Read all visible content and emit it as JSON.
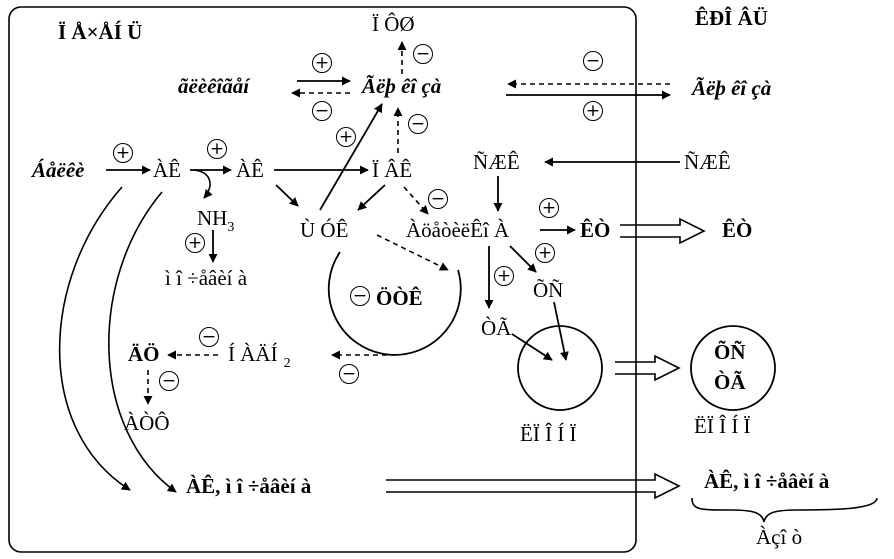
{
  "regions": {
    "left_title": "Ï Å×ÅÍ Ü",
    "right_title": "ÊÐÎ ÂÜ"
  },
  "nodes": {
    "top_product": "Ï ÔØ",
    "left_enzyme": "ãëèêîãåí",
    "glycogen_liver": "Ãëþ êî çà",
    "glycogen_blood": "Ãëþ êî çà",
    "start": "Áåëêè",
    "ak1": "ÀÊ",
    "ak2": "ÀÊ",
    "nh3": "NH",
    "nh3_sub": "3",
    "urea": "ì î ÷åâèí à",
    "pvk": "Ï ÂÊ",
    "uok": "Ù ÓÊ",
    "cycle": "ÖÒÊ",
    "acetyl": "ÀöåòèëÊî À",
    "szhk_liver": "ÑÆÊ",
    "szhk_blood": "ÑÆÊ",
    "kt_liver": "ÊÒ",
    "kt_blood": "ÊÒ",
    "hs": "ÕÑ",
    "tg": "ÒÃ",
    "zh": "ÄÖ",
    "nadn": "Í ÀÄÍ",
    "nadn_sub": "2",
    "atf": "ÀÒÔ",
    "lpon_liver": "ËÏ Î Í Ï",
    "lpon_blood": "ËÏ Î Í Ï",
    "circle_hs": "ÕÑ",
    "circle_tg": "ÒÃ",
    "ak_urea_liver": "ÀÊ, ì î ÷åâèí à",
    "ak_urea_blood": "ÀÊ, ì î ÷åâèí à",
    "nitrogen": "Àçî ò"
  },
  "signs": {
    "plus": "+",
    "minus": "−"
  },
  "colors": {
    "stroke": "#000000",
    "background": "#ffffff"
  }
}
